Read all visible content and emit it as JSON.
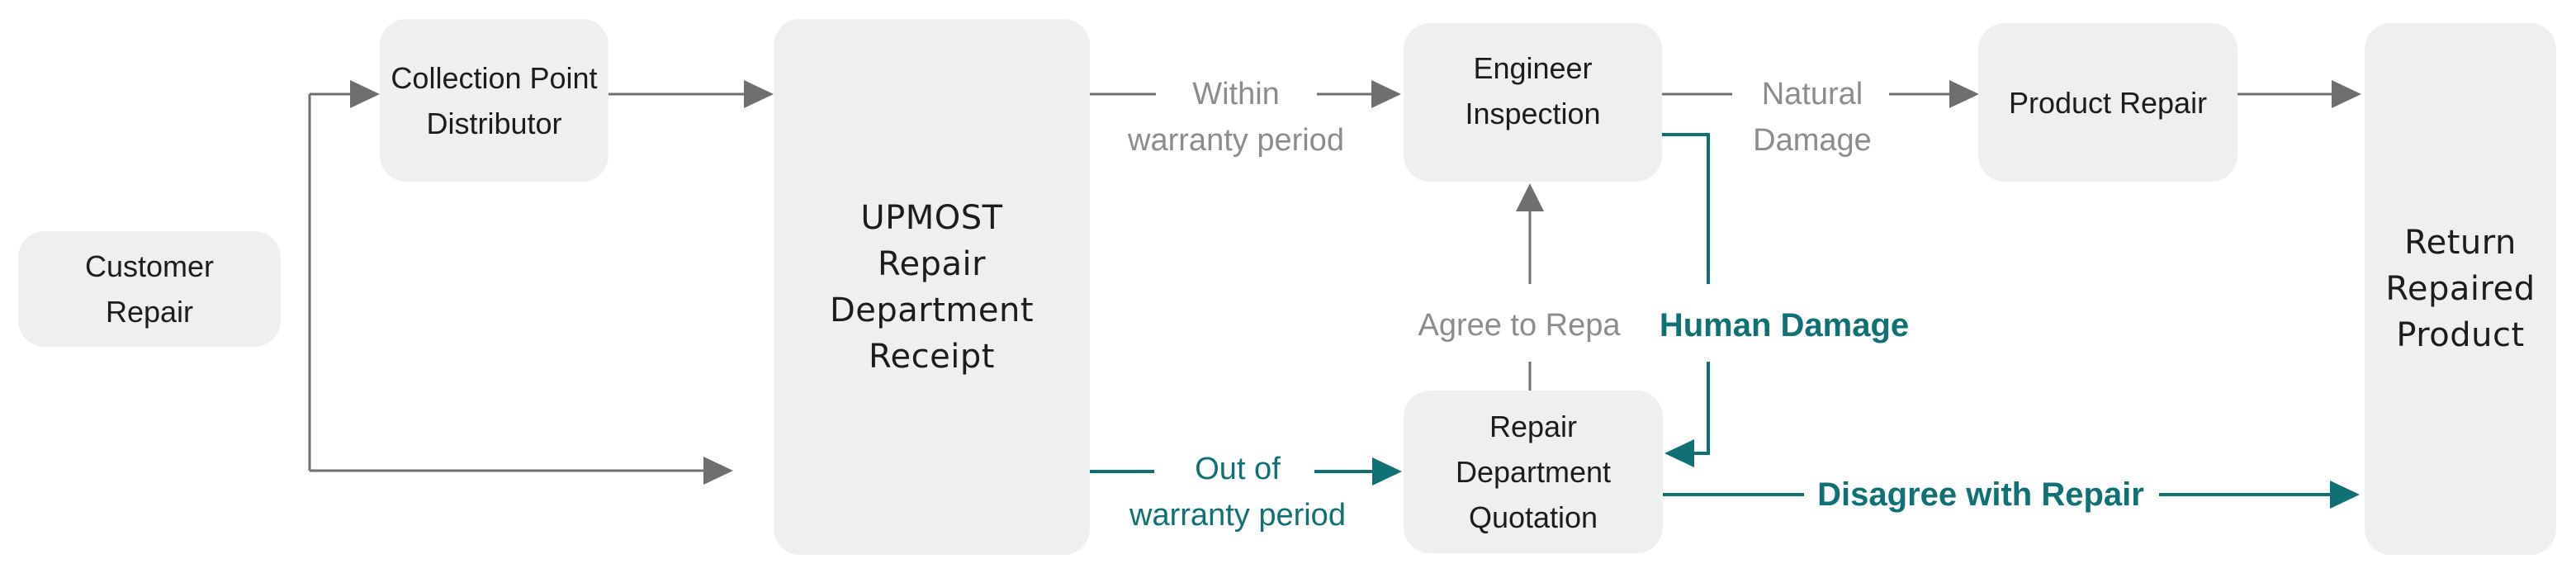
{
  "diagram_title": "UPMOST repair process flowchart",
  "colors": {
    "teal": "#0F7174",
    "gray_line": "#6F6F6F",
    "gray_text": "#8C8C8C",
    "box_fill": "#EFEFEF",
    "box_text": "#1C1C1C",
    "background": "#FFFFFF"
  },
  "nodes": {
    "customer_repair": {
      "label": "Customer\nRepair"
    },
    "collection_point": {
      "label": "Collection Point\nDistributor"
    },
    "upmost_receipt": {
      "label": "UPMOST\nRepair\nDepartment\nReceipt"
    },
    "engineer_inspection": {
      "label": "Engineer\nInspection"
    },
    "product_repair": {
      "label": "Product Repair"
    },
    "return_repaired_product": {
      "label": "Return\nRepaired\nProduct"
    },
    "repair_quotation": {
      "label": "Repair\nDepartment\nQuotation"
    }
  },
  "edge_labels": {
    "within_warranty": {
      "label": "Within\nwarranty period",
      "color": "gray"
    },
    "natural_damage": {
      "label": "Natural\nDamage",
      "color": "gray"
    },
    "agree_to_repair": {
      "label": "Agree to Repa",
      "color": "gray"
    },
    "human_damage": {
      "label": "Human Damage",
      "color": "teal"
    },
    "out_of_warranty": {
      "label": "Out of\nwarranty period",
      "color": "teal"
    },
    "disagree_with_repair": {
      "label": "Disagree with Repair",
      "color": "teal"
    }
  }
}
